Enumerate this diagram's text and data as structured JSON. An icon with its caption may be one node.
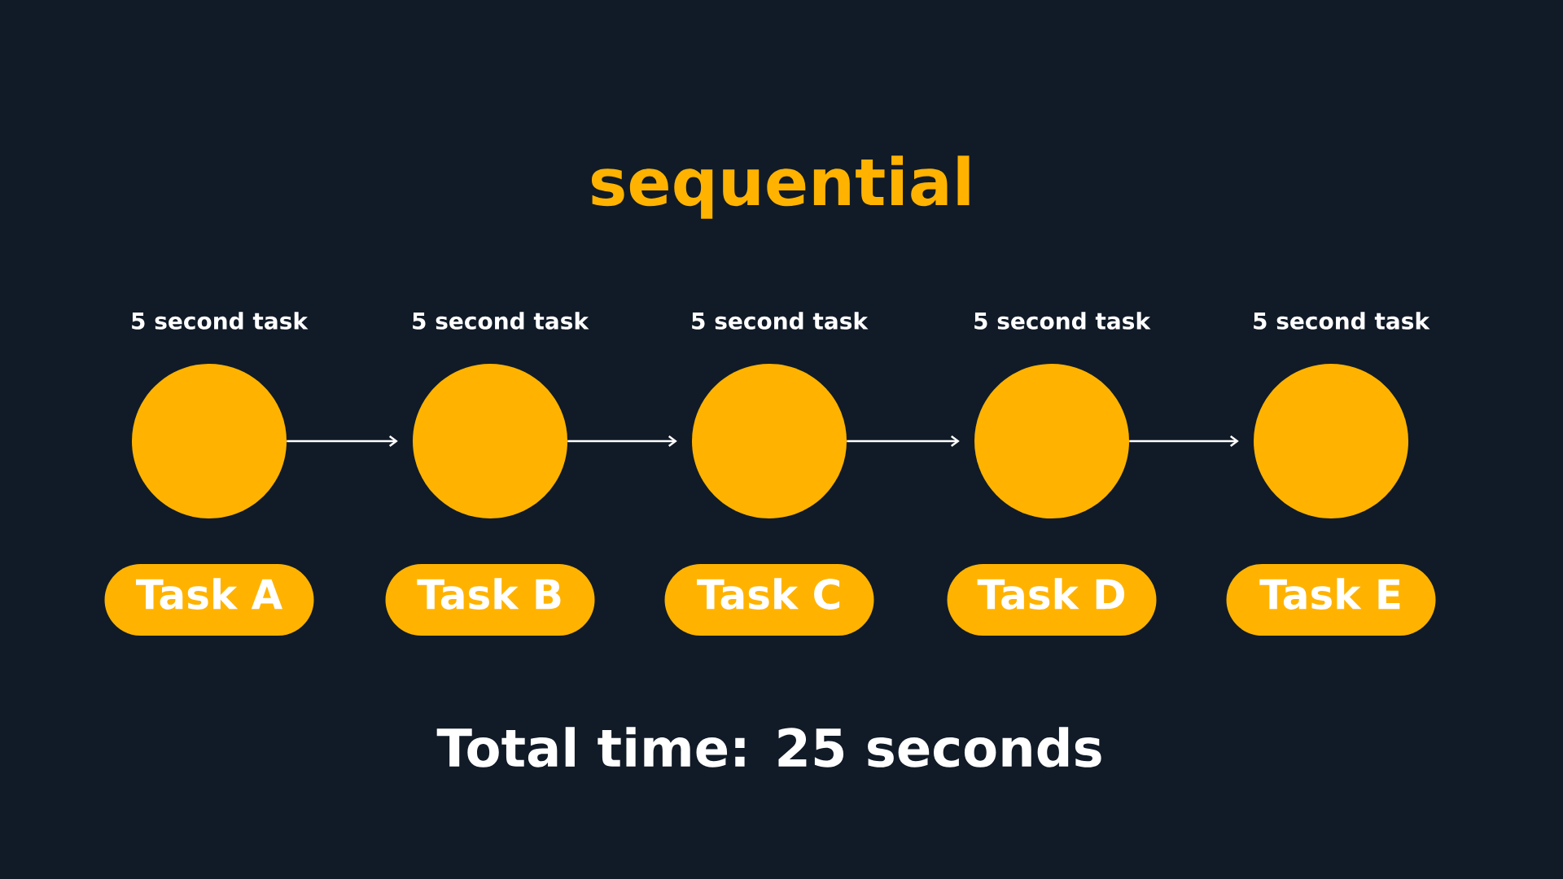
{
  "diagram": {
    "title": "sequential",
    "nodes": [
      {
        "text": [],
        "shape": "circle",
        "beside": [
          "5 second task"
        ]
      },
      {
        "text": [],
        "shape": "circle",
        "beside": [
          "5 second task"
        ]
      },
      {
        "text": [],
        "shape": "circle",
        "beside": [
          "5 second task"
        ]
      },
      {
        "text": [],
        "shape": "circle",
        "beside": [
          "5 second task"
        ]
      },
      {
        "text": [],
        "shape": "circle",
        "beside": [
          "5 second task"
        ]
      },
      {
        "text": [
          "Task A"
        ]
      },
      {
        "text": [
          "Task B"
        ]
      },
      {
        "text": [
          "Task C"
        ]
      },
      {
        "text": [
          "Task D"
        ]
      },
      {
        "text": [
          "Task E"
        ]
      }
    ],
    "edges": [
      {
        "from": 0,
        "to": 1,
        "arrow": "to"
      },
      {
        "from": 1,
        "to": 2,
        "arrow": "to"
      },
      {
        "from": 2,
        "to": 3,
        "arrow": "to"
      },
      {
        "from": 3,
        "to": 4,
        "arrow": "to"
      }
    ],
    "labels": [
      "Total time: 25 seconds"
    ]
  }
}
